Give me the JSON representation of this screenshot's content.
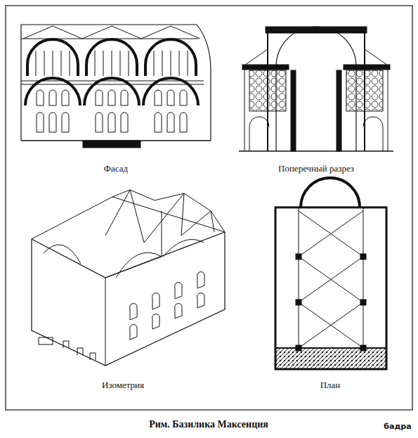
{
  "diagram": {
    "caption": "Рим. Базилика Максенция",
    "labels": [
      "Фасад",
      "Поперечный разрез",
      "Изометрия",
      "План",
      "бадра"
    ]
  }
}
